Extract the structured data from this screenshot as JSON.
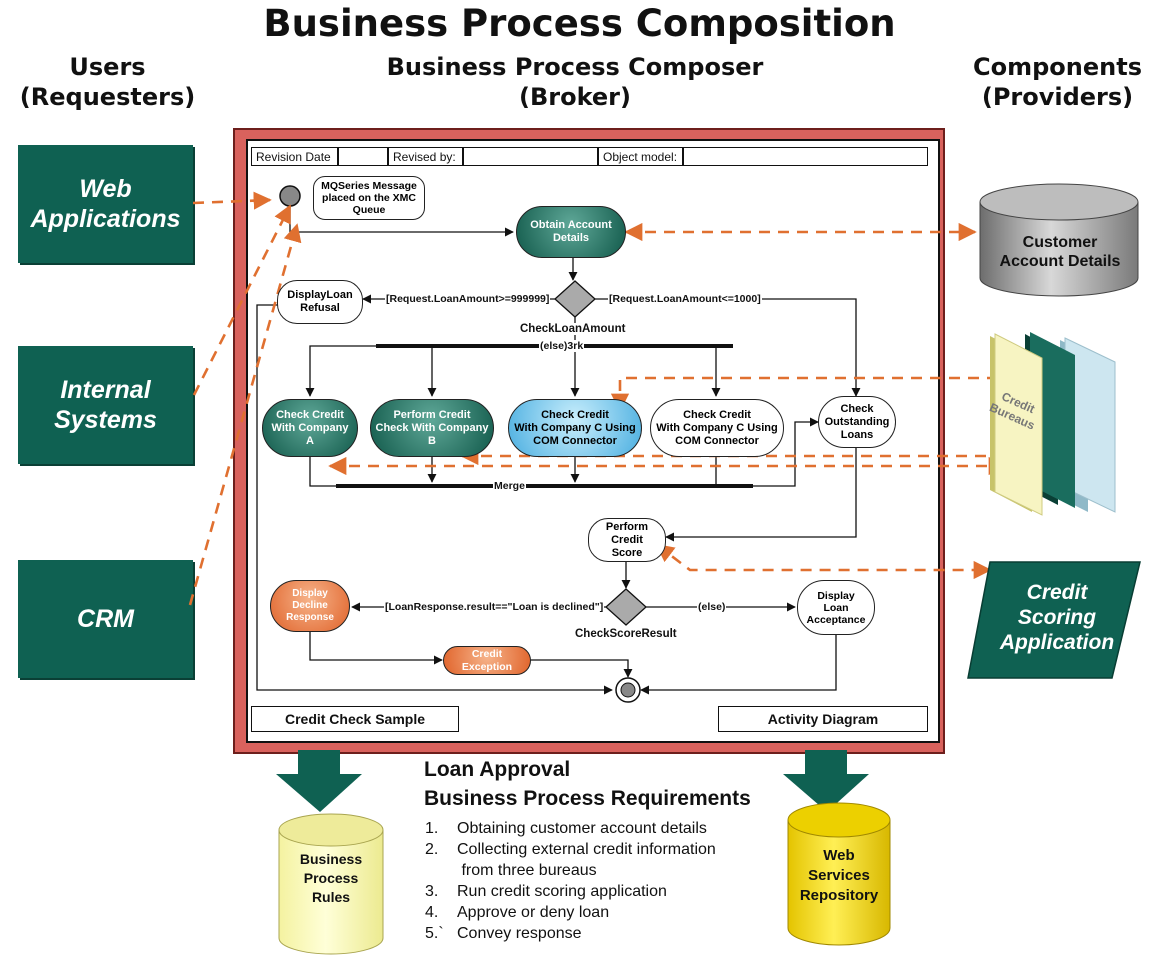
{
  "title": "Business Process Composition",
  "columns": {
    "users": [
      "Users",
      "(Requesters)"
    ],
    "broker": [
      "Business Process Composer",
      "(Broker)"
    ],
    "providers": [
      "Components",
      "(Providers)"
    ]
  },
  "requesters": [
    [
      "Web",
      "Applications"
    ],
    [
      "Internal",
      "Systems"
    ],
    [
      "CRM"
    ]
  ],
  "diagram": {
    "header": [
      "Revision Date",
      "Revised by:",
      "Object model:"
    ],
    "footer": {
      "left": "Credit Check Sample",
      "right": "Activity Diagram"
    },
    "start_note": [
      "MQSeries Message",
      "placed on the XMC",
      "Queue"
    ],
    "obtain": [
      "Obtain Account",
      "Details"
    ],
    "display_refusal": [
      "DisplayLoan",
      "Refusal"
    ],
    "guard_high": "[Request.LoanAmount>=999999]",
    "guard_low": "[Request.LoanAmount<=1000]",
    "check_loan_amount": "CheckLoanAmount",
    "else_fork": "(else)3rk",
    "check_a": [
      "Check Credit",
      "With Company",
      "A"
    ],
    "check_b": [
      "Perform Credit",
      "Check With Company",
      "B"
    ],
    "check_c1": [
      "Check Credit",
      "With Company C Using",
      "COM Connector"
    ],
    "check_c2": [
      "Check Credit",
      "With Company C Using",
      "COM Connector"
    ],
    "check_outstanding": [
      "Check",
      "Outstanding",
      "Loans"
    ],
    "merge": "Merge",
    "credit_score": [
      "Perform Credit",
      "Score"
    ],
    "guard_declined": "[LoanResponse.result==\"Loan is declined\"]",
    "else2": "(else)",
    "check_score_result": "CheckScoreResult",
    "display_decline": [
      "Display",
      "Decline",
      "Response"
    ],
    "display_acceptance": [
      "Display",
      "Loan",
      "Acceptance"
    ],
    "credit_exception": "Credit Exception"
  },
  "providers": {
    "customer_db": [
      "Customer",
      "Account Details"
    ],
    "bureaus": [
      "Credit",
      "Bureaus"
    ],
    "scoring": [
      "Credit",
      "Scoring",
      "Application"
    ]
  },
  "repositories": {
    "rules": [
      "Business",
      "Process",
      "Rules"
    ],
    "ws": [
      "Web",
      "Services",
      "Repository"
    ]
  },
  "requirements": {
    "title": [
      "Loan Approval",
      "Business Process Requirements"
    ],
    "items": [
      {
        "num": "1.",
        "text": "Obtaining customer account details"
      },
      {
        "num": "2.",
        "text": "Collecting external credit information"
      },
      {
        "num": "",
        "text": " from three bureaus"
      },
      {
        "num": "3.",
        "text": "Run credit scoring application"
      },
      {
        "num": "4.",
        "text": "Approve or deny loan"
      },
      {
        "num": "5.`",
        "text": "Convey response"
      }
    ]
  },
  "colors": {
    "teal": "#0f6152",
    "frame": "#d9625d",
    "arrow": "#e07030"
  }
}
